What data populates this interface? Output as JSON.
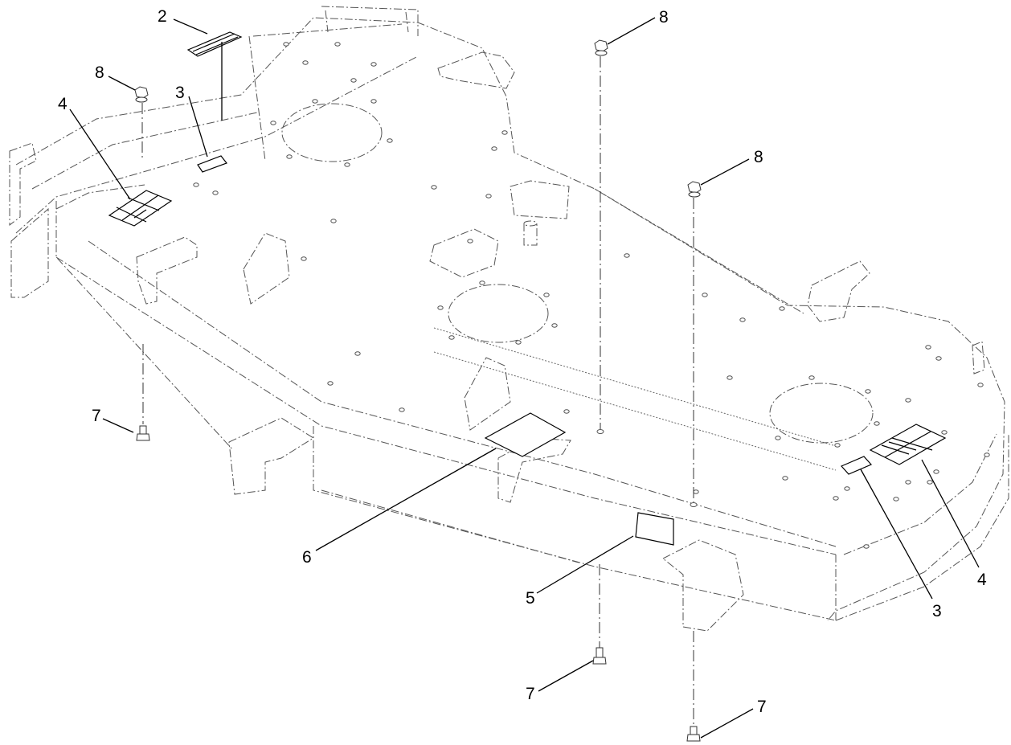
{
  "diagram": {
    "callouts": [
      "2",
      "8",
      "3",
      "4",
      "8",
      "8",
      "7",
      "6",
      "5",
      "3",
      "4",
      "7",
      "7"
    ]
  }
}
